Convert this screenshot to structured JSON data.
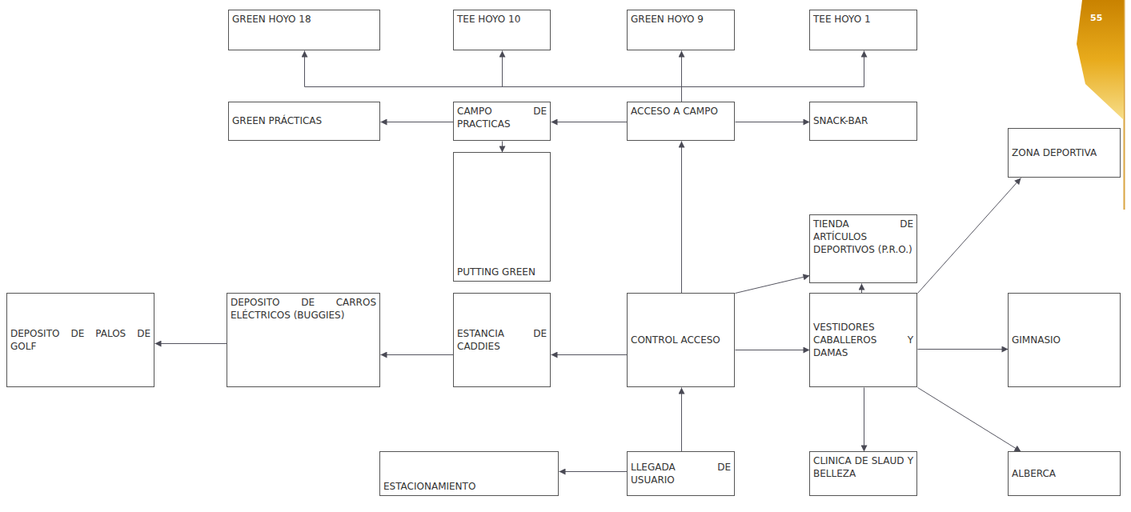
{
  "diagram": {
    "nodes": [
      {
        "text": [
          "GREEN HOYO 18"
        ]
      },
      {
        "text": [
          "TEE HOYO 10"
        ]
      },
      {
        "text": [
          "GREEN HOYO 9"
        ]
      },
      {
        "text": [
          "TEE HOYO 1"
        ]
      },
      {
        "text": [
          "GREEN PRÁCTICAS"
        ]
      },
      {
        "text": [
          "CAMPO DE PRACTICAS"
        ]
      },
      {
        "text": [
          "ACCESO A CAMPO"
        ]
      },
      {
        "text": [
          "SNACK-BAR"
        ]
      },
      {
        "text": [
          "ZONA DEPORTIVA"
        ]
      },
      {
        "text": [
          "PUTTING GREEN"
        ]
      },
      {
        "text": [
          "TIENDA DE ARTÍCULOS DEPORTIVOS (P.R.O.)"
        ]
      },
      {
        "text": [
          "DEPOSITO DE PALOS DE GOLF"
        ]
      },
      {
        "text": [
          "DEPOSITO DE CARROS ELÉCTRICOS (BUGGIES)"
        ]
      },
      {
        "text": [
          "ESTANCIA DE CADDIES"
        ]
      },
      {
        "text": [
          "CONTROL ACCESO"
        ]
      },
      {
        "text": [
          "VESTIDORES CABALLEROS Y DAMAS"
        ]
      },
      {
        "text": [
          "GIMNASIO"
        ]
      },
      {
        "text": [
          "ESTACIONAMIENTO"
        ]
      },
      {
        "text": [
          "LLEGADA DE USUARIO"
        ]
      },
      {
        "text": [
          "CLINICA DE SLAUD Y BELLEZA"
        ]
      },
      {
        "text": [
          "ALBERCA"
        ]
      }
    ],
    "edges": [
      {
        "from": 18,
        "to": 14,
        "arrow": "to"
      },
      {
        "from": 18,
        "to": 17,
        "arrow": "to"
      },
      {
        "from": 14,
        "to": 13,
        "arrow": "to"
      },
      {
        "from": 13,
        "to": 12,
        "arrow": "to"
      },
      {
        "from": 12,
        "to": 11,
        "arrow": "to"
      },
      {
        "from": 14,
        "to": 6,
        "arrow": "to"
      },
      {
        "from": 14,
        "to": 15,
        "arrow": "to"
      },
      {
        "from": 14,
        "to": 10,
        "arrow": "to"
      },
      {
        "from": 15,
        "to": 10,
        "arrow": "to"
      },
      {
        "from": 15,
        "to": 8,
        "arrow": "to"
      },
      {
        "from": 15,
        "to": 16,
        "arrow": "to"
      },
      {
        "from": 15,
        "to": 20,
        "arrow": "to"
      },
      {
        "from": 15,
        "to": 19,
        "arrow": "to"
      },
      {
        "from": 6,
        "to": 5,
        "arrow": "to"
      },
      {
        "from": 6,
        "to": 7,
        "arrow": "to"
      },
      {
        "from": 5,
        "to": 4,
        "arrow": "to"
      },
      {
        "from": 5,
        "to": 9,
        "arrow": "to"
      },
      {
        "from": 6,
        "to": 0,
        "arrow": "to"
      },
      {
        "from": 6,
        "to": 1,
        "arrow": "to"
      },
      {
        "from": 6,
        "to": 2,
        "arrow": "to"
      },
      {
        "from": 6,
        "to": 3,
        "arrow": "to"
      }
    ],
    "labels": [
      "55"
    ]
  }
}
